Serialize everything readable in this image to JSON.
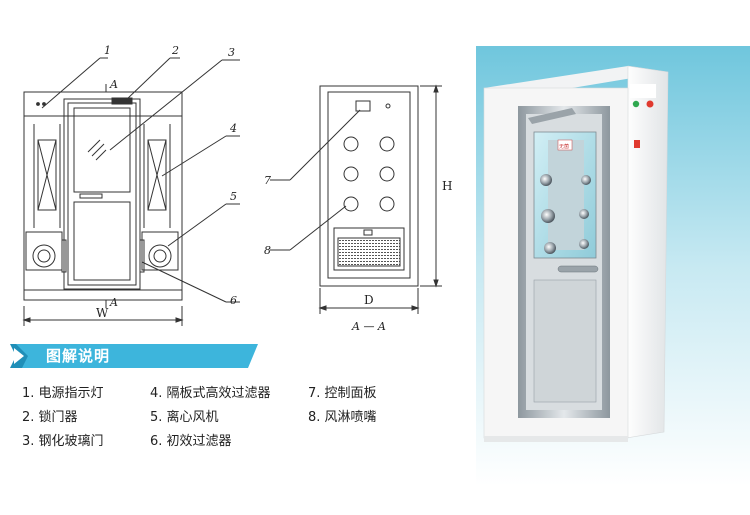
{
  "section_title": "图解说明",
  "callouts": [
    "1",
    "2",
    "3",
    "4",
    "5",
    "6",
    "7",
    "8"
  ],
  "dimensions": {
    "width": "W",
    "height": "H",
    "depth": "D"
  },
  "section_marks": {
    "top_mark": "A",
    "bottom_mark": "A",
    "view_caption": "A — A"
  },
  "panel_text": "无菌",
  "legend": [
    {
      "num": "1.",
      "text": "电源指示灯"
    },
    {
      "num": "2.",
      "text": "锁门器"
    },
    {
      "num": "3.",
      "text": "钢化玻璃门"
    },
    {
      "num": "4.",
      "text": "隔板式高效过滤器"
    },
    {
      "num": "5.",
      "text": "离心风机"
    },
    {
      "num": "6.",
      "text": "初效过滤器"
    },
    {
      "num": "7.",
      "text": "控制面板"
    },
    {
      "num": "8.",
      "text": "风淋喷嘴"
    }
  ],
  "colors": {
    "banner": "#3db5dc",
    "banner_dark": "#1f8fb8",
    "cabinet": "#f6f6f6",
    "steel": "#b8c1c8",
    "glass": "#a7dde9",
    "indicator_green": "#2fa84f",
    "indicator_red": "#e03a2f"
  }
}
